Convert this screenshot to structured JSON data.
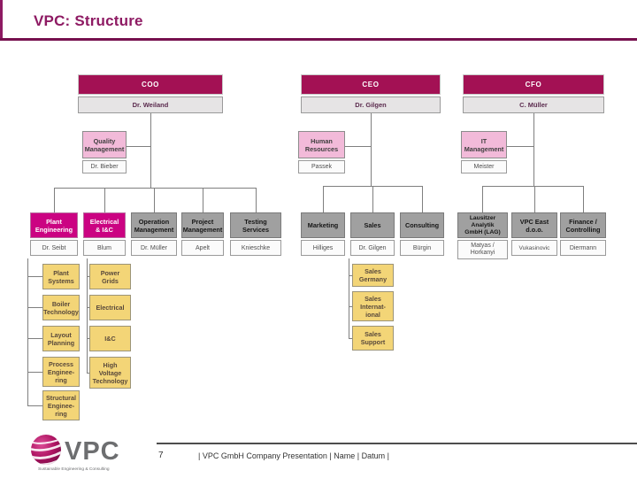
{
  "slide": {
    "title": "VPC: Structure",
    "page_number": "7",
    "footer_text": "| VPC GmbH Company Presentation  | Name |  Datum |"
  },
  "logo": {
    "text": "VPC",
    "tagline": "Sustainable Engineering & Consulting"
  },
  "colors": {
    "title_magenta": "#8E1A63",
    "exec_header": "#A31154",
    "bright_magenta_header": "#CB0382",
    "pink_header": "#F2BAD9",
    "gray_header": "#A0A0A0",
    "yellow_box": "#F3D577",
    "connector_gray": "#7F7F7F"
  },
  "executives": [
    {
      "title": "COO",
      "name": "Dr. Weiland"
    },
    {
      "title": "CEO",
      "name": "Dr. Gilgen"
    },
    {
      "title": "CFO",
      "name": "C. Müller"
    }
  ],
  "staff": [
    {
      "title": "Quality\nManagement",
      "name": "Dr. Bieber"
    },
    {
      "title": "Human\nResources",
      "name": "Passek"
    },
    {
      "title": "IT\nManagement",
      "name": "Meister"
    }
  ],
  "departments": [
    {
      "title": "Plant\nEngineering",
      "name": "Dr. Seibt"
    },
    {
      "title": "Electrical\n& I&C",
      "name": "Blum"
    },
    {
      "title": "Operation\nManagement",
      "name": "Dr. Müller"
    },
    {
      "title": "Project\nManagement",
      "name": "Apelt"
    },
    {
      "title": "Testing\nServices",
      "name": "Knieschke"
    },
    {
      "title": "Marketing",
      "name": "Hilliges"
    },
    {
      "title": "Sales",
      "name": "Dr. Gilgen"
    },
    {
      "title": "Consulting",
      "name": "Bürgin"
    },
    {
      "title": "Lausitzer\nAnalytik\nGmbH (LAG)",
      "name": "Matyas /\nHorkanyi"
    },
    {
      "title": "VPC East\nd.o.o.",
      "name": "Vukasinovic"
    },
    {
      "title": "Finance /\nControlling",
      "name": "Diermann"
    }
  ],
  "subunits": {
    "plant": [
      "Plant\nSystems",
      "Boiler\nTechnology",
      "Layout\nPlanning",
      "Process\nEnginee-\nring",
      "Structural\nEnginee-\nring"
    ],
    "electrical": [
      "Power\nGrids",
      "Electrical",
      "I&C",
      "High\nVoltage\nTechnology"
    ],
    "sales": [
      "Sales\nGermany",
      "Sales\nInternat-\nional",
      "Sales\nSupport"
    ]
  }
}
